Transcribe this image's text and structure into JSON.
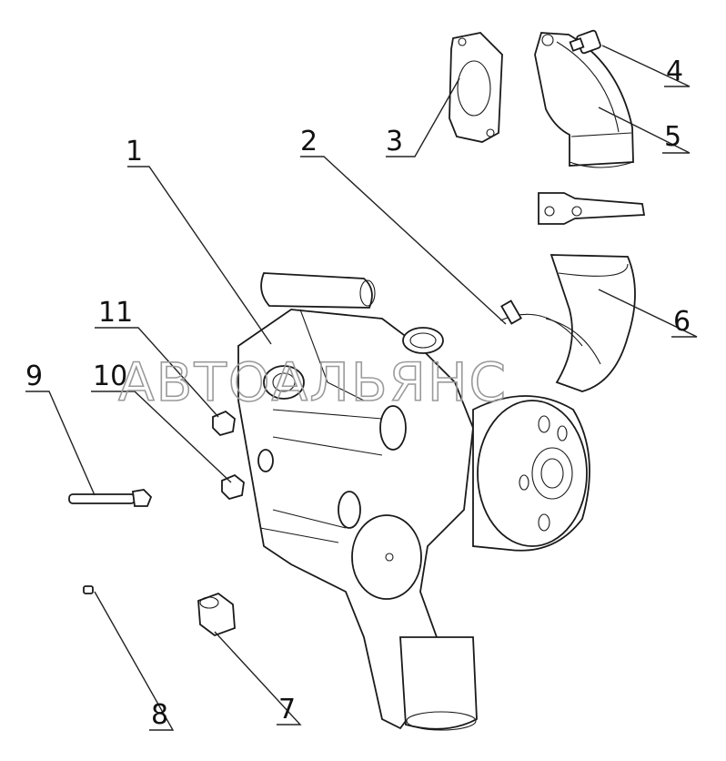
{
  "callouts": [
    {
      "id": "1",
      "text": "1"
    },
    {
      "id": "2",
      "text": "2"
    },
    {
      "id": "3",
      "text": "3"
    },
    {
      "id": "4",
      "text": "4"
    },
    {
      "id": "5",
      "text": "5"
    },
    {
      "id": "6",
      "text": "6"
    },
    {
      "id": "7",
      "text": "7"
    },
    {
      "id": "8",
      "text": "8"
    },
    {
      "id": "9",
      "text": "9"
    },
    {
      "id": "10",
      "text": "10"
    },
    {
      "id": "11",
      "text": "11"
    }
  ],
  "watermark": "АВТОАЛЬЯНС",
  "parts": {
    "water_pump": "water-pump-assembly",
    "gasket": "gasket",
    "elbow_outlet": "outlet-elbow",
    "hose": "hose",
    "bolts": "bolt"
  }
}
